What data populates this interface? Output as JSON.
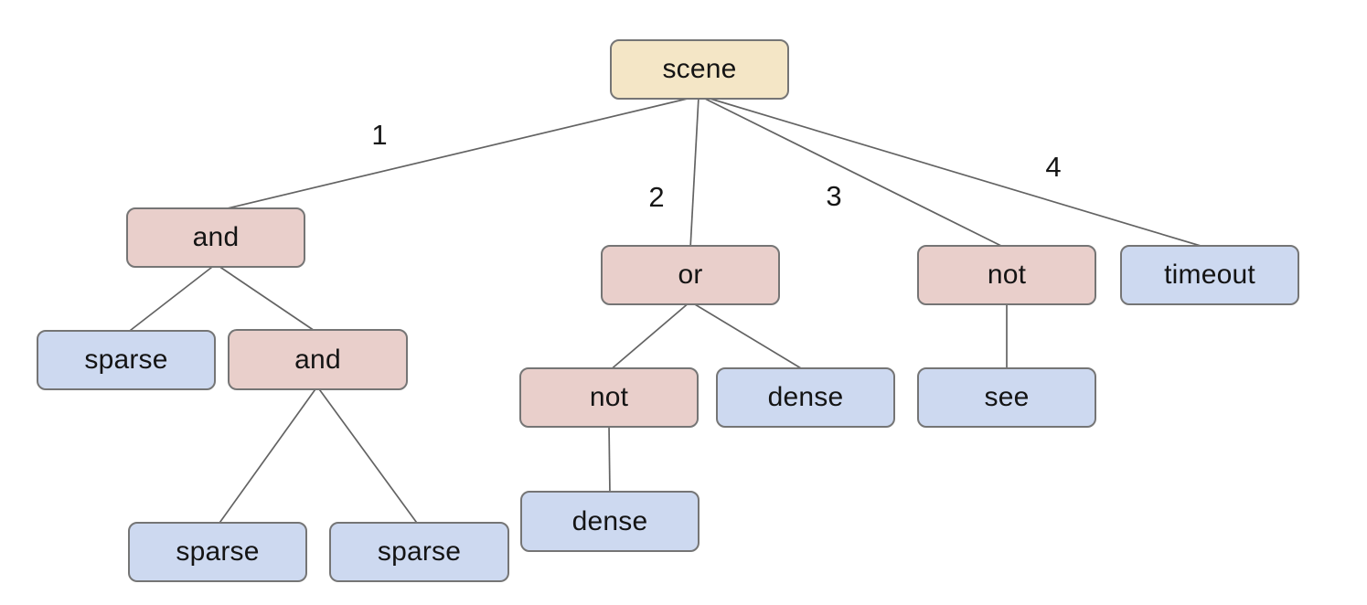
{
  "diagram": {
    "type": "tree",
    "background": "#ffffff",
    "colors": {
      "root_fill": "#f4e6c6",
      "operator_fill": "#e9cfcb",
      "leaf_fill": "#cdd9f0",
      "node_border": "#757575",
      "edge_line": "#636363",
      "text": "#141414"
    },
    "nodes": [
      {
        "id": "scene",
        "label": "scene",
        "role": "root",
        "parent": null
      },
      {
        "id": "and-1",
        "label": "and",
        "role": "operator",
        "parent": "scene"
      },
      {
        "id": "or-1",
        "label": "or",
        "role": "operator",
        "parent": "scene"
      },
      {
        "id": "not-1",
        "label": "not",
        "role": "operator",
        "parent": "scene"
      },
      {
        "id": "timeout-1",
        "label": "timeout",
        "role": "leaf",
        "parent": "scene"
      },
      {
        "id": "sparse-1",
        "label": "sparse",
        "role": "leaf",
        "parent": "and-1"
      },
      {
        "id": "and-2",
        "label": "and",
        "role": "operator",
        "parent": "and-1"
      },
      {
        "id": "not-2",
        "label": "not",
        "role": "operator",
        "parent": "or-1"
      },
      {
        "id": "dense-1",
        "label": "dense",
        "role": "leaf",
        "parent": "or-1"
      },
      {
        "id": "see-1",
        "label": "see",
        "role": "leaf",
        "parent": "not-1"
      },
      {
        "id": "dense-2",
        "label": "dense",
        "role": "leaf",
        "parent": "not-2"
      },
      {
        "id": "sparse-2",
        "label": "sparse",
        "role": "leaf",
        "parent": "and-2"
      },
      {
        "id": "sparse-3",
        "label": "sparse",
        "role": "leaf",
        "parent": "and-2"
      }
    ],
    "edge_labels": [
      {
        "label": "1",
        "edge": "scene-and"
      },
      {
        "label": "2",
        "edge": "scene-or"
      },
      {
        "label": "3",
        "edge": "scene-not"
      },
      {
        "label": "4",
        "edge": "scene-timeout"
      }
    ]
  }
}
